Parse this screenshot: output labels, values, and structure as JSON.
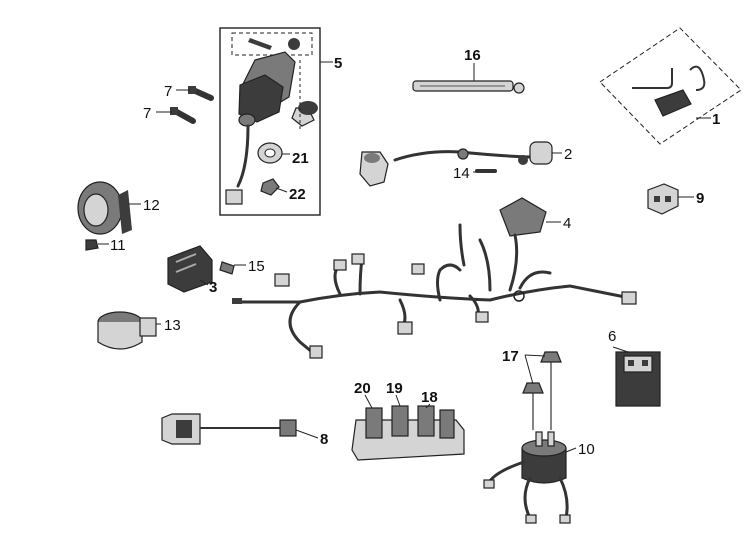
{
  "diagram": {
    "callouts": [
      {
        "id": "c1",
        "text": "1"
      },
      {
        "id": "c2",
        "text": "2"
      },
      {
        "id": "c3",
        "text": "3"
      },
      {
        "id": "c4",
        "text": "4"
      },
      {
        "id": "c5",
        "text": "5"
      },
      {
        "id": "c6",
        "text": "6"
      },
      {
        "id": "c7a",
        "text": "7"
      },
      {
        "id": "c7b",
        "text": "7"
      },
      {
        "id": "c8",
        "text": "8"
      },
      {
        "id": "c9",
        "text": "9"
      },
      {
        "id": "c10",
        "text": "10"
      },
      {
        "id": "c11",
        "text": "11"
      },
      {
        "id": "c12",
        "text": "12"
      },
      {
        "id": "c13",
        "text": "13"
      },
      {
        "id": "c14",
        "text": "14"
      },
      {
        "id": "c15",
        "text": "15"
      },
      {
        "id": "c16",
        "text": "16"
      },
      {
        "id": "c17",
        "text": "17"
      },
      {
        "id": "c18",
        "text": "18"
      },
      {
        "id": "c19",
        "text": "19"
      },
      {
        "id": "c20",
        "text": "20"
      },
      {
        "id": "c21",
        "text": "21"
      },
      {
        "id": "c22",
        "text": "22"
      }
    ]
  }
}
